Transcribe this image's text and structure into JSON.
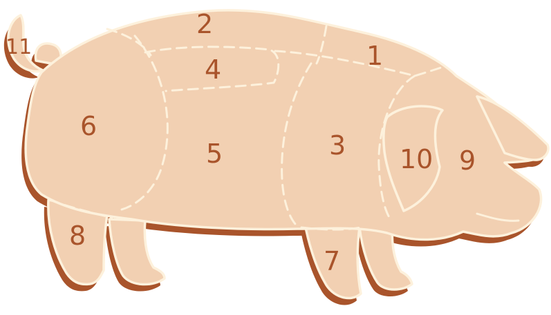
{
  "colors": {
    "body": "#f2d0b2",
    "shadow": "#a9542b",
    "outline": "#fdf1dc",
    "label": "#a9542b"
  },
  "cuts": [
    {
      "id": "cut-1",
      "label": "1"
    },
    {
      "id": "cut-2",
      "label": "2"
    },
    {
      "id": "cut-3",
      "label": "3"
    },
    {
      "id": "cut-4",
      "label": "4"
    },
    {
      "id": "cut-5",
      "label": "5"
    },
    {
      "id": "cut-6",
      "label": "6"
    },
    {
      "id": "cut-7",
      "label": "7"
    },
    {
      "id": "cut-8",
      "label": "8"
    },
    {
      "id": "cut-9",
      "label": "9"
    },
    {
      "id": "cut-10",
      "label": "10"
    },
    {
      "id": "cut-11",
      "label": "11"
    }
  ]
}
